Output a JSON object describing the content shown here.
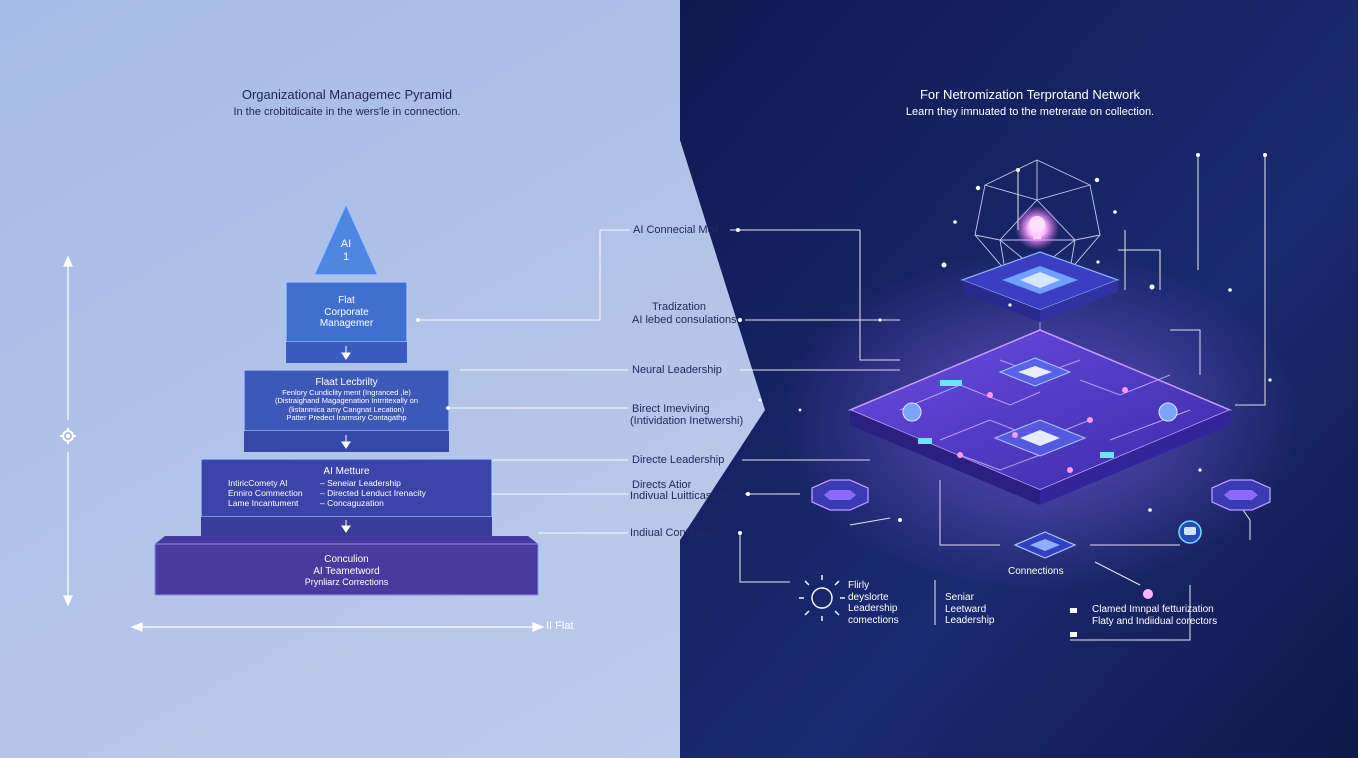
{
  "left_panel": {
    "title": "Organizational Managemec Pyramid",
    "subtitle": "In the crobitdicaite in the wers'le in connection."
  },
  "right_panel": {
    "title": "For Netromization Terprotand Network",
    "subtitle": "Learn they imnuated to the metrerate on collection."
  },
  "pyramid": {
    "apex": [
      "AI",
      "1"
    ],
    "tier1": [
      "Flat",
      "Corporate",
      "Managemer"
    ],
    "tier2": {
      "heading": "Flaat Lecbrilty",
      "lines": [
        "Fenlory Cundiclity ment (Ingranced ,le)",
        "(Distraighand Magagenation Intrritexally on",
        "(listanmica amy Cangnat Lecation)",
        "Patter Predect Irarmsiry Contagathp"
      ]
    },
    "tier3": {
      "heading": "AI Metture",
      "left": [
        "IntiricComety AI",
        "Enniro Commection",
        "Lame Incantument"
      ],
      "right": [
        "– Seneiar Leadership",
        "– Directed Lenduct Irenacity",
        "– Concaguzation"
      ]
    },
    "tier4": [
      "Conculion",
      "AI Teametword",
      "Prynliarz Corrections"
    ]
  },
  "axis": {
    "flat_label": "II Flat"
  },
  "middle_labels": [
    "AI Connecial Moll",
    "Tradization",
    "AI lebed consulations",
    "Neural Leadership",
    "Birect Imeviving",
    "(Intividation Inetwershi)",
    "Directe Leadership",
    "Directs Atior",
    "Indivual Luitticasion",
    "Indiual Contfraters"
  ],
  "bottom_labels": {
    "a": [
      "Flirly",
      "deyslorte",
      "Leadership",
      "comections"
    ],
    "connections": "Connections",
    "b": [
      "Seniar",
      "Leetward",
      "Leadership"
    ],
    "c": [
      "Clamed Imnpal fetturization",
      "Flaty and Indiidual corectors"
    ]
  },
  "colors": {
    "left_bg_top": "#a9bde8",
    "left_bg_bottom": "#c3d0ec",
    "right_bg": "#152060",
    "tier_apex": "#4f86e2",
    "tier1": "#3f6fcf",
    "tier2": "#3d59b8",
    "tier3": "#3b44a8",
    "tier4": "#4a3aa0",
    "accent_purple": "#a66bff",
    "accent_cyan": "#6fe2ff"
  }
}
